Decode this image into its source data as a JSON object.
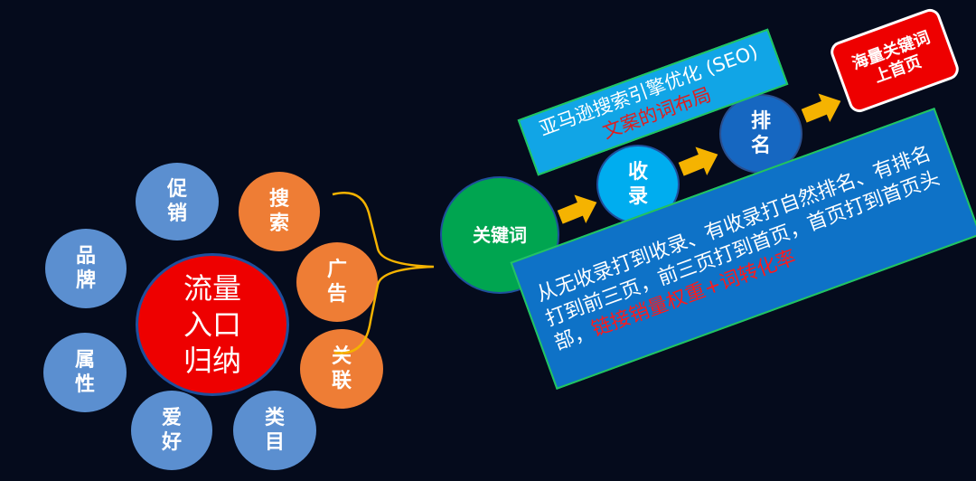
{
  "center": {
    "label": "流量\n入口\n归纳"
  },
  "outer_circles": [
    {
      "label": "促\n销"
    },
    {
      "label": "品\n牌"
    },
    {
      "label": "属\n性"
    },
    {
      "label": "爱\n好"
    },
    {
      "label": "类\n目"
    }
  ],
  "inner_circles": [
    {
      "label": "搜\n索"
    },
    {
      "label": "广\n告"
    },
    {
      "label": "关\n联"
    }
  ],
  "flow": {
    "keyword": "关键词",
    "index": "收\n录",
    "rank": "排\n名",
    "top": "海量关键词\n上首页"
  },
  "seo_box": {
    "line1": "亚马逊搜索引擎优化 (SEO)",
    "line2": "文案的词布局"
  },
  "desc_box": {
    "text": "从无收录打到收录、有收录打自然排名、有排名打到前三页，前三页打到首页，首页打到首页头部，",
    "highlight": "链接销量权重+词转化率"
  },
  "colors": {
    "background": "#050b1c",
    "blue": "#5b8fd0",
    "orange": "#ee7d35",
    "red": "#ee0000",
    "green": "#00a550",
    "arrow": "#f5b301"
  }
}
